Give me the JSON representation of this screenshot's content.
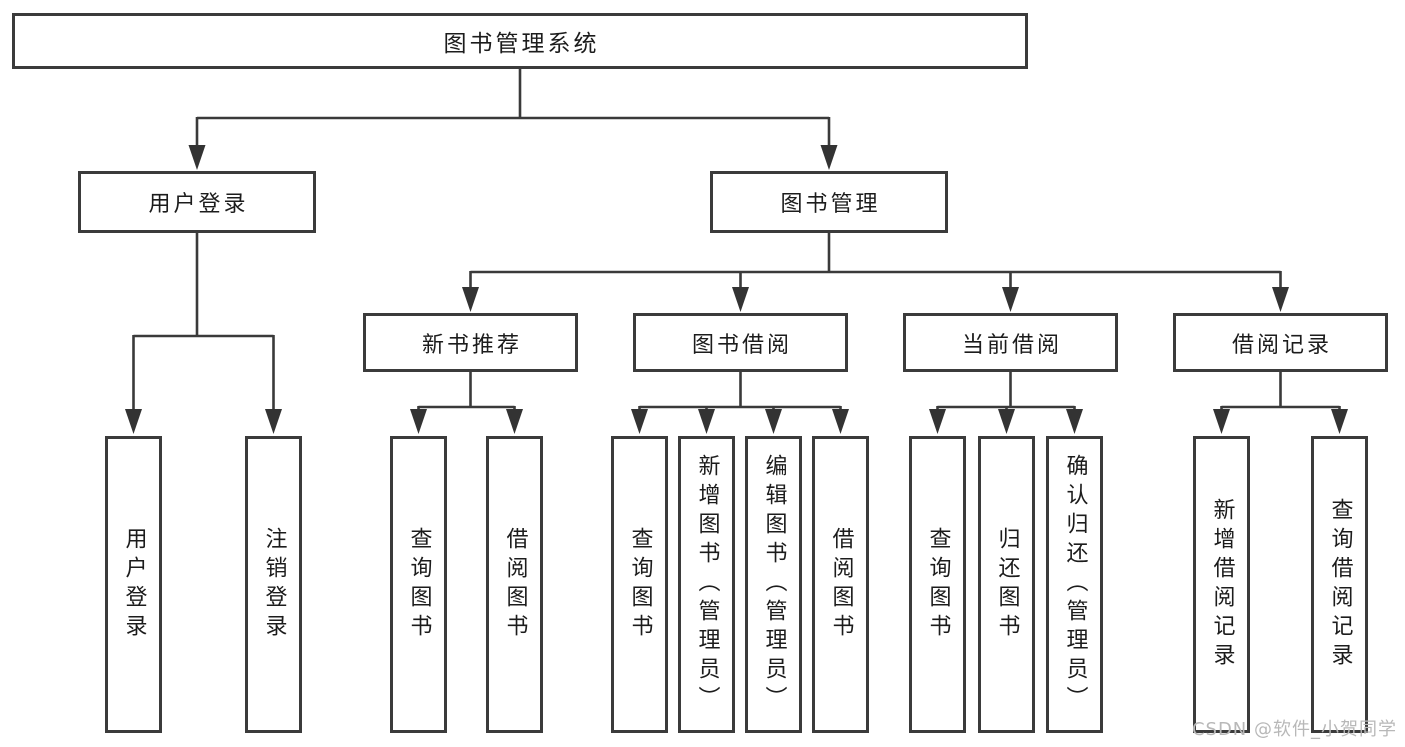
{
  "nodes": {
    "root": {
      "label": "图书管理系统"
    },
    "level2": [
      {
        "label": "用户登录"
      },
      {
        "label": "图书管理"
      }
    ],
    "level3": [
      {
        "label": "新书推荐"
      },
      {
        "label": "图书借阅"
      },
      {
        "label": "当前借阅"
      },
      {
        "label": "借阅记录"
      }
    ],
    "leaves_user_login": [
      {
        "label": "用户登录"
      },
      {
        "label": "注销登录"
      }
    ],
    "leaves_new_book": [
      {
        "label": "查询图书"
      },
      {
        "label": "借阅图书"
      }
    ],
    "leaves_book_borrow": [
      {
        "label": "查询图书"
      },
      {
        "label": "新增图书（管理员）"
      },
      {
        "label": "编辑图书（管理员）"
      },
      {
        "label": "借阅图书"
      }
    ],
    "leaves_current_borrow": [
      {
        "label": "查询图书"
      },
      {
        "label": "归还图书"
      },
      {
        "label": "确认归还（管理员）"
      }
    ],
    "leaves_borrow_records": [
      {
        "label": "新增借阅记录"
      },
      {
        "label": "查询借阅记录"
      }
    ]
  },
  "watermark": {
    "text": "CSDN @软件_小贺同学"
  },
  "colors": {
    "line": "#3a3a3a",
    "box_border": "#3b3b3b",
    "text": "#1c1c1c",
    "watermark": "#b8b8b8",
    "background": "#ffffff"
  }
}
